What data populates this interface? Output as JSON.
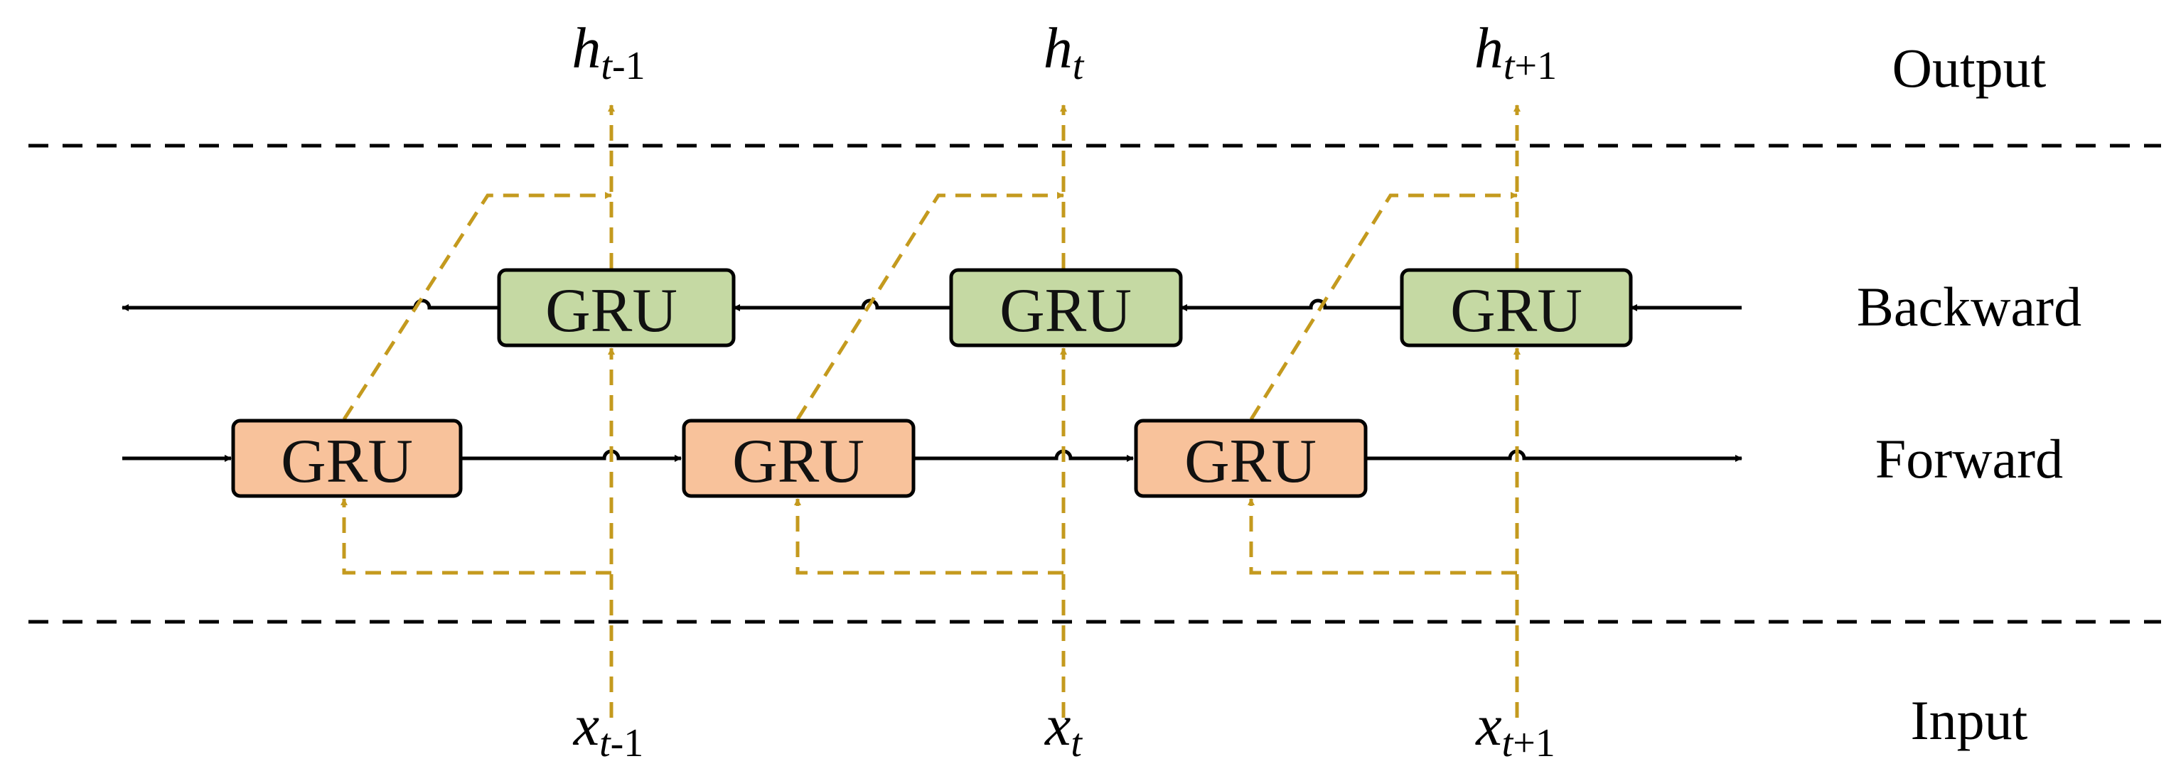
{
  "rows": {
    "output": "Output",
    "backward": "Backward",
    "forward": "Forward",
    "input": "Input"
  },
  "cell_label": "GRU",
  "outputs": [
    {
      "base": "h",
      "sub_var": "t",
      "sub_rest": "-1"
    },
    {
      "base": "h",
      "sub_var": "t",
      "sub_rest": ""
    },
    {
      "base": "h",
      "sub_var": "t",
      "sub_rest": "+1"
    }
  ],
  "inputs": [
    {
      "base": "x",
      "sub_var": "t",
      "sub_rest": "-1"
    },
    {
      "base": "x",
      "sub_var": "t",
      "sub_rest": ""
    },
    {
      "base": "x",
      "sub_var": "t",
      "sub_rest": "+1"
    }
  ],
  "colors": {
    "forward_fill": "#F8C29B",
    "backward_fill": "#C5D9A3",
    "dashed_arrow": "#C49A1E",
    "solid_line": "#000000"
  }
}
